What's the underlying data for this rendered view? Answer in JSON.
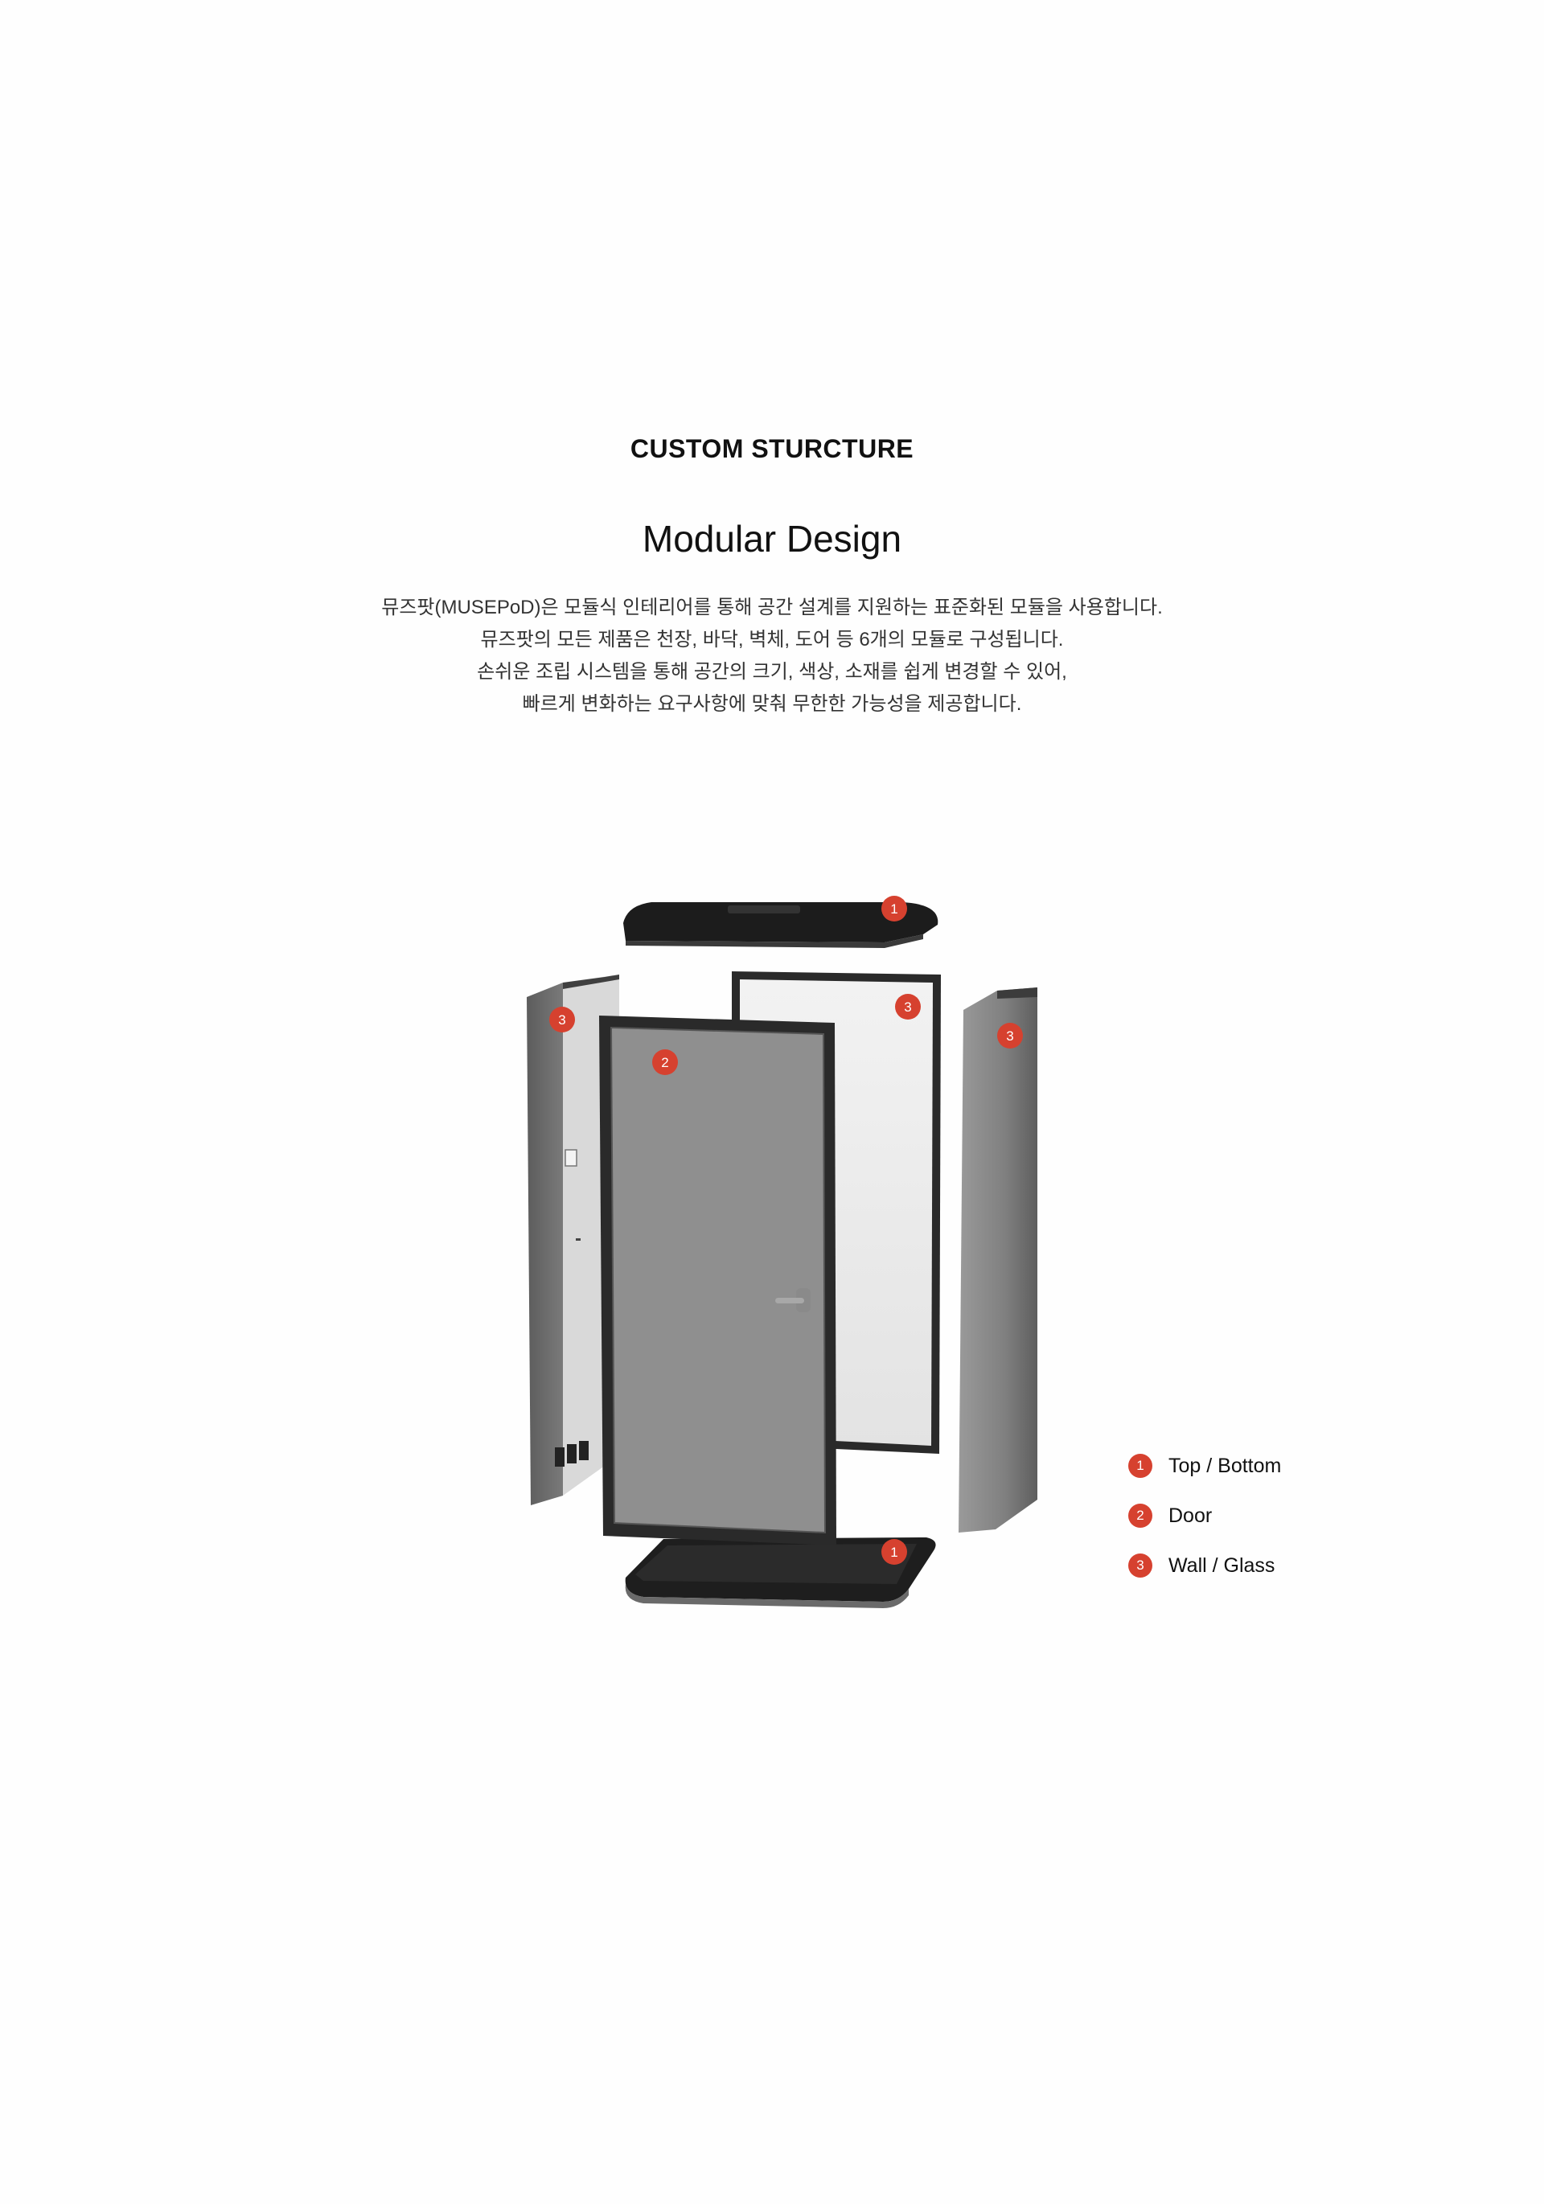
{
  "header": {
    "eyebrow": "CUSTOM STURCTURE",
    "title": "Modular Design",
    "description": [
      "뮤즈팟(MUSEPoD)은 모듈식 인테리어를 통해 공간 설계를 지원하는 표준화된 모듈을 사용합니다.",
      "뮤즈팟의 모든 제품은 천장, 바닥, 벽체, 도어 등 6개의 모듈로 구성됩니다.",
      "손쉬운 조립 시스템을 통해 공간의 크기, 색상, 소재를 쉽게 변경할 수 있어,",
      "빠르게 변화하는 요구사항에 맞춰 무한한 가능성을 제공합니다."
    ]
  },
  "diagram": {
    "badges": {
      "top": "1",
      "bottom": "1",
      "door": "2",
      "left_wall": "3",
      "back_glass": "3",
      "right_wall": "3"
    }
  },
  "legend": [
    {
      "number": "1",
      "label": "Top / Bottom"
    },
    {
      "number": "2",
      "label": "Door"
    },
    {
      "number": "3",
      "label": "Wall / Glass"
    }
  ],
  "colors": {
    "badge": "#d6412f",
    "panel_dark": "#1c1c1c",
    "wall_gray": "#8a8a8a"
  }
}
